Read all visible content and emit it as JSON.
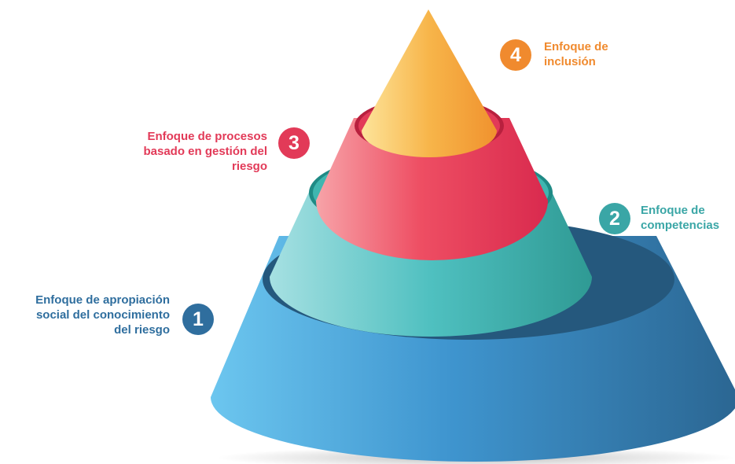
{
  "levels": [
    {
      "number": "1",
      "lines": [
        "Enfoque de apropiación",
        "social del conocimiento",
        "del riesgo"
      ],
      "color": "#2f6e9e"
    },
    {
      "number": "2",
      "lines": [
        "Enfoque de",
        "competencias"
      ],
      "color": "#3aa6a6"
    },
    {
      "number": "3",
      "lines": [
        "Enfoque de procesos",
        "basado en gestión del",
        "riesgo"
      ],
      "color": "#e23a58"
    },
    {
      "number": "4",
      "lines": [
        "Enfoque de",
        "inclusión"
      ],
      "color": "#f08a2e"
    }
  ]
}
